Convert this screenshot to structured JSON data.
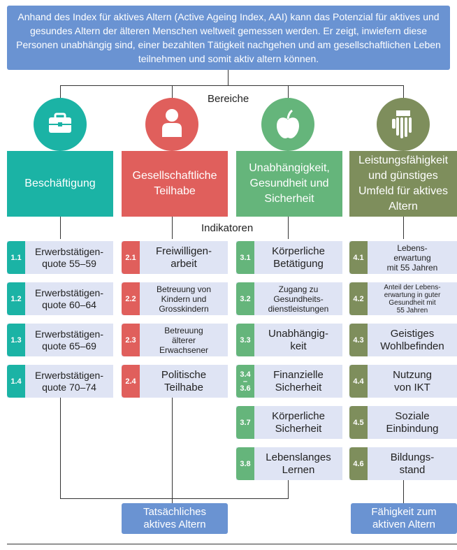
{
  "intro_text": "Anhand des Index für aktives Altern (Active Ageing Index, AAI) kann das Potenzial für aktives und gesundes Altern der älteren Menschen weltweit gemessen werden. Er zeigt, inwiefern diese Personen unabhängig sind, einer bezahlten Tätigkeit nachgehen und am gesellschaftlichen Leben teilnehmen und somit aktiv altern können.",
  "label_bereiche": "Bereiche",
  "label_indikatoren": "Indikatoren",
  "colors": {
    "teal": "#1bb3a5",
    "red": "#e05f5c",
    "green": "#65b57b",
    "olive": "#7e8e5c",
    "blue": "#6a93d2",
    "indicator_bg": "#dfe4f4"
  },
  "domains": [
    {
      "label": "Beschäftigung",
      "icon": "briefcase-icon"
    },
    {
      "label": "Gesellschaftliche Teilhabe",
      "icon": "person-icon"
    },
    {
      "label": "Unabhängigkeit, Gesundheit und Sicherheit",
      "icon": "apple-icon"
    },
    {
      "label": "Leistungsfähigkeit und günstiges Umfeld für aktives Altern",
      "icon": "hand-icon"
    }
  ],
  "col1": [
    {
      "num": "1.1",
      "text": "Erwerbstätigen-\nquote 55–59"
    },
    {
      "num": "1.2",
      "text": "Erwerbstätigen-\nquote 60–64"
    },
    {
      "num": "1.3",
      "text": "Erwerbstätigen-\nquote 65–69"
    },
    {
      "num": "1.4",
      "text": "Erwerbstätigen-\nquote 70–74"
    }
  ],
  "col2": [
    {
      "num": "2.1",
      "text": "Freiwilligen-\narbeit"
    },
    {
      "num": "2.2",
      "text": "Betreuung von\nKindern und\nGrosskindern"
    },
    {
      "num": "2.3",
      "text": "Betreuung\nälterer\nErwachsener"
    },
    {
      "num": "2.4",
      "text": "Politische\nTeilhabe"
    }
  ],
  "col3": [
    {
      "num": "3.1",
      "text": "Körperliche\nBetätigung"
    },
    {
      "num": "3.2",
      "text": "Zugang zu\nGesundheits-\ndienstleistungen"
    },
    {
      "num": "3.3",
      "text": "Unabhängig-\nkeit"
    },
    {
      "num": "3.4\n–\n3.6",
      "text": "Finanzielle\nSicherheit"
    },
    {
      "num": "3.7",
      "text": "Körperliche\nSicherheit"
    },
    {
      "num": "3.8",
      "text": "Lebenslanges\nLernen"
    }
  ],
  "col4": [
    {
      "num": "4.1",
      "text": "Lebens-\nerwartung\nmit 55 Jahren"
    },
    {
      "num": "4.2",
      "text": "Anteil der Lebens-\nerwartung in guter\nGesundheit mit\n55 Jahren"
    },
    {
      "num": "4.3",
      "text": "Geistiges\nWohlbefinden"
    },
    {
      "num": "4.4",
      "text": "Nutzung\nvon IKT"
    },
    {
      "num": "4.5",
      "text": "Soziale\nEinbindung"
    },
    {
      "num": "4.6",
      "text": "Bildungs-\nstand"
    }
  ],
  "outcome_left": "Tatsächliches\naktives Altern",
  "outcome_right": "Fähigkeit zum\naktiven Altern"
}
